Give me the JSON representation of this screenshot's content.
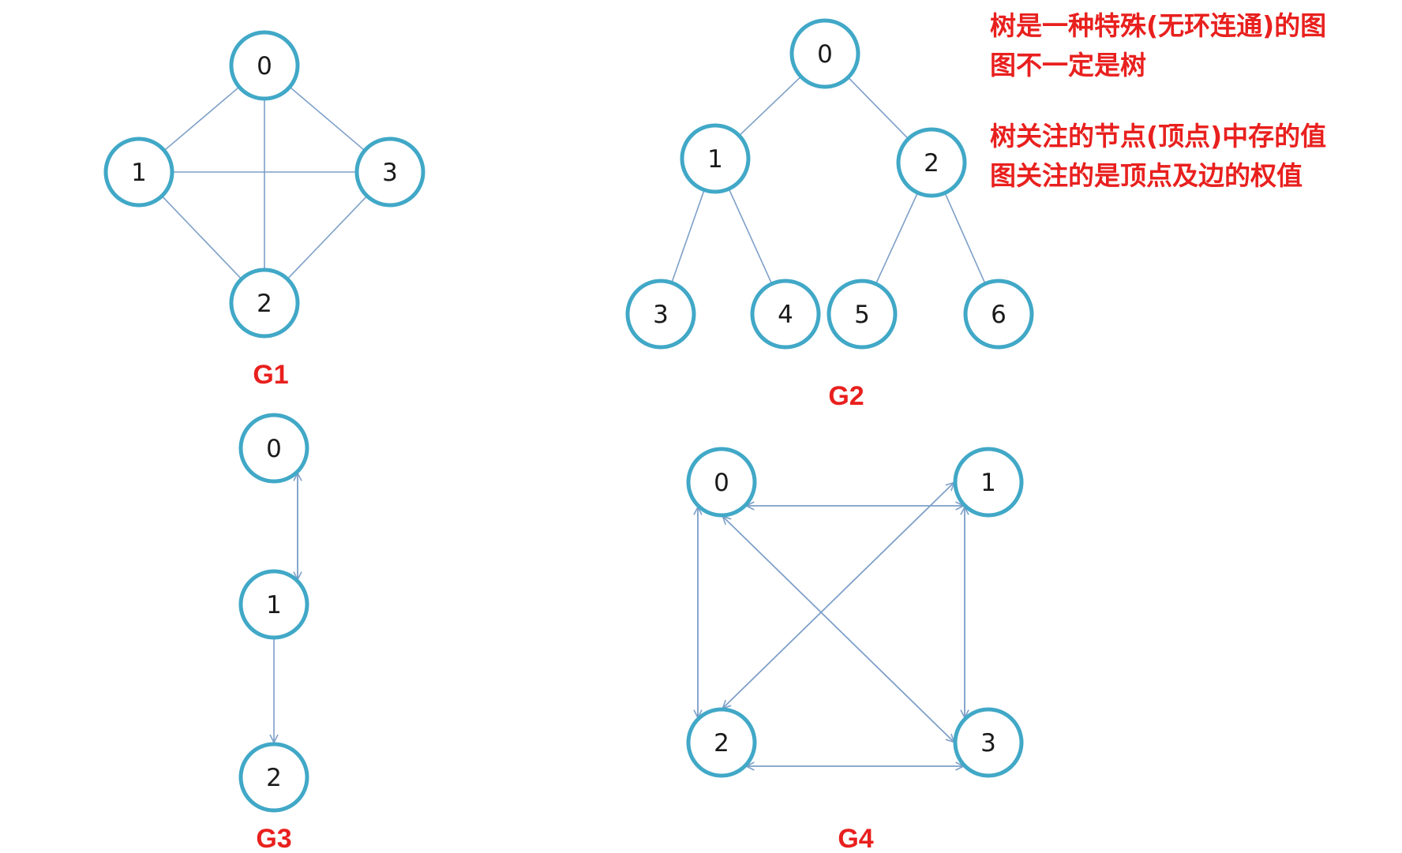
{
  "notes": {
    "line1": "树是一种特殊(无环连通)的图",
    "line2": "图不一定是树",
    "line3": "树关注的节点(顶点)中存的值",
    "line4": "图关注的是顶点及边的权值"
  },
  "colors": {
    "node_stroke": "#41a8c7",
    "edge": "#7d9fc8",
    "note_text": "#e8201e"
  },
  "graphs": [
    {
      "label": "G1",
      "directed": false,
      "nodes": [
        "0",
        "1",
        "3",
        "2"
      ],
      "edges": [
        [
          "0",
          "1"
        ],
        [
          "0",
          "3"
        ],
        [
          "0",
          "2"
        ],
        [
          "1",
          "3"
        ],
        [
          "1",
          "2"
        ],
        [
          "3",
          "2"
        ]
      ]
    },
    {
      "label": "G2",
      "directed": false,
      "nodes": [
        "0",
        "1",
        "2",
        "3",
        "4",
        "5",
        "6"
      ],
      "edges": [
        [
          "0",
          "1"
        ],
        [
          "0",
          "2"
        ],
        [
          "1",
          "3"
        ],
        [
          "1",
          "4"
        ],
        [
          "2",
          "5"
        ],
        [
          "2",
          "6"
        ]
      ]
    },
    {
      "label": "G3",
      "directed": true,
      "nodes": [
        "0",
        "1",
        "2"
      ],
      "edges": [
        [
          "0",
          "1"
        ],
        [
          "1",
          "0"
        ],
        [
          "1",
          "2"
        ]
      ]
    },
    {
      "label": "G4",
      "directed": true,
      "nodes": [
        "0",
        "1",
        "2",
        "3"
      ],
      "edges": [
        [
          "0",
          "1"
        ],
        [
          "1",
          "0"
        ],
        [
          "0",
          "2"
        ],
        [
          "2",
          "0"
        ],
        [
          "0",
          "3"
        ],
        [
          "3",
          "0"
        ],
        [
          "1",
          "2"
        ],
        [
          "2",
          "1"
        ],
        [
          "1",
          "3"
        ],
        [
          "3",
          "1"
        ],
        [
          "2",
          "3"
        ],
        [
          "3",
          "2"
        ]
      ]
    }
  ]
}
